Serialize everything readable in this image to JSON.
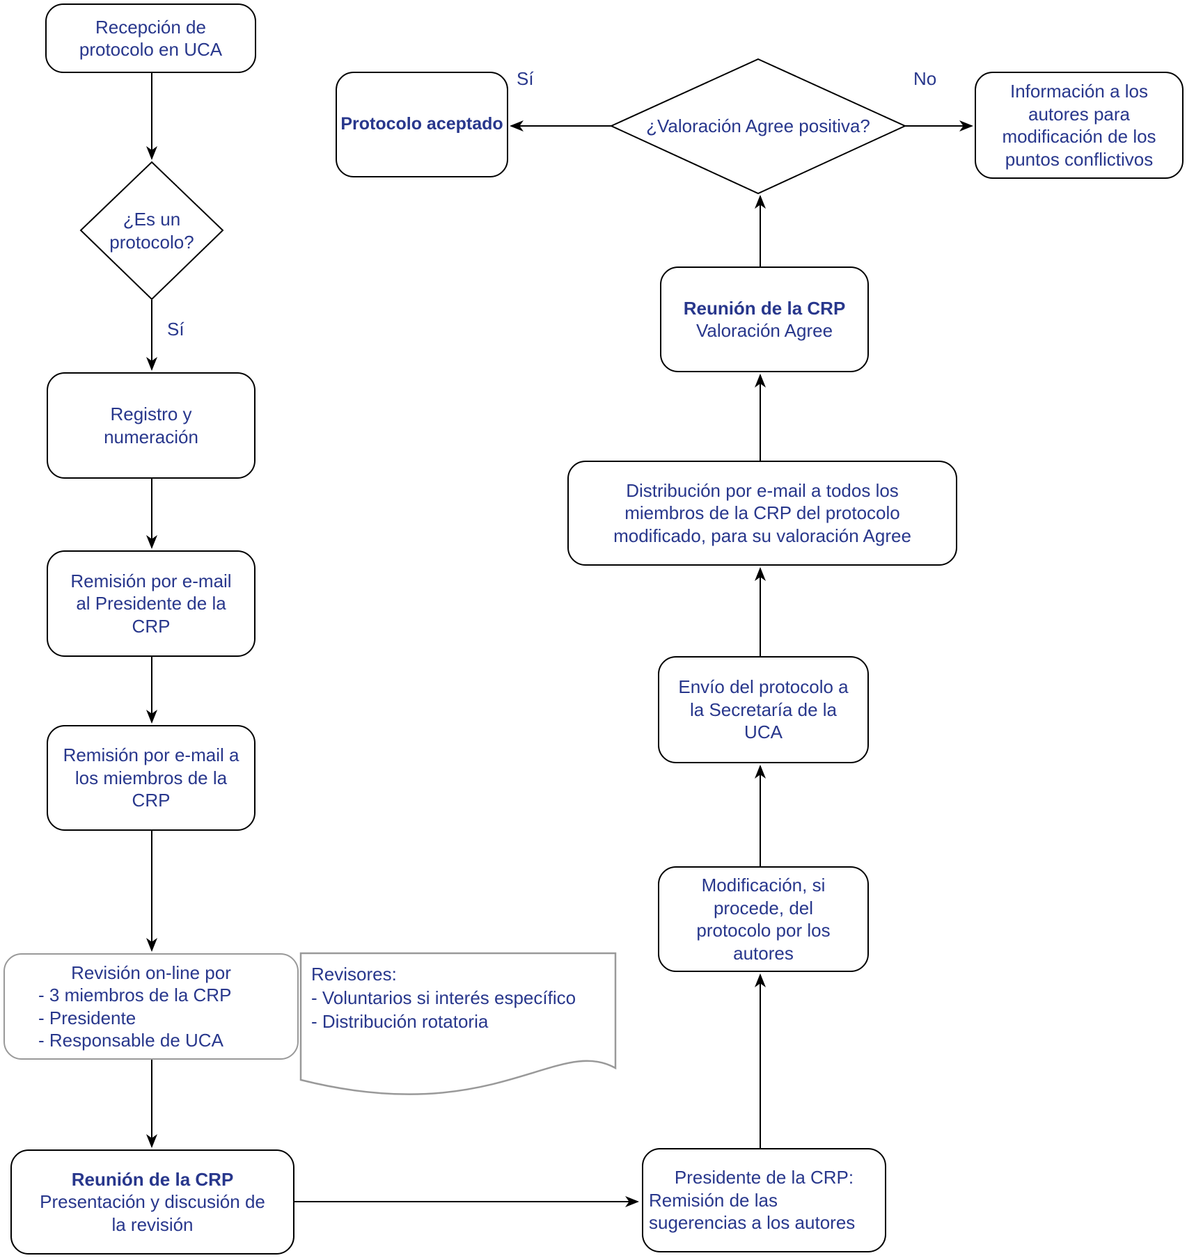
{
  "colors": {
    "text": "#28378c",
    "shape_border": "#000000",
    "note_border": "#999999",
    "background": "#ffffff"
  },
  "nodes": {
    "recepcion": "Recepción de\nprotocolo en UCA",
    "decision_protocolo": "¿Es un\nprotocolo?",
    "label_si_protocolo": "Sí",
    "registro": "Registro y\nnumeración",
    "remision_presidente": "Remisión por e-mail\nal Presidente de la\nCRP",
    "remision_miembros": "Remisión por e-mail a\nlos miembros de la\nCRP",
    "revision_titulo": "Revisión on-line por",
    "revision_items": [
      "- 3 miembros de la CRP",
      "- Presidente",
      "- Responsable de UCA"
    ],
    "revisores_titulo": "Revisores:",
    "revisores_items": [
      "- Voluntarios si interés específico",
      "- Distribución rotatoria"
    ],
    "reunion_presentacion_titulo": "Reunión de la CRP",
    "reunion_presentacion_sub": "Presentación y discusión de\nla revisión",
    "presidente_titulo": "Presidente de la CRP:",
    "presidente_resto": "Remisión de las\nsugerencias a los autores",
    "modificacion": "Modificación, si\nprocede, del\nprotocolo por los\nautores",
    "envio": "Envío del protocolo a\nla Secretaría de la\nUCA",
    "distribucion": "Distribución por e-mail a todos los\nmiembros de la CRP del protocolo\nmodificado, para su valoración Agree",
    "reunion_valoracion_titulo": "Reunión de la CRP",
    "reunion_valoracion_sub": "Valoración Agree",
    "decision_valoracion": "¿Valoración Agree positiva?",
    "label_si_valoracion": "Sí",
    "label_no_valoracion": "No",
    "protocolo_aceptado": "Protocolo aceptado",
    "informacion_autores": "Información a los\nautores para\nmodificación de los\npuntos  conflictivos"
  }
}
